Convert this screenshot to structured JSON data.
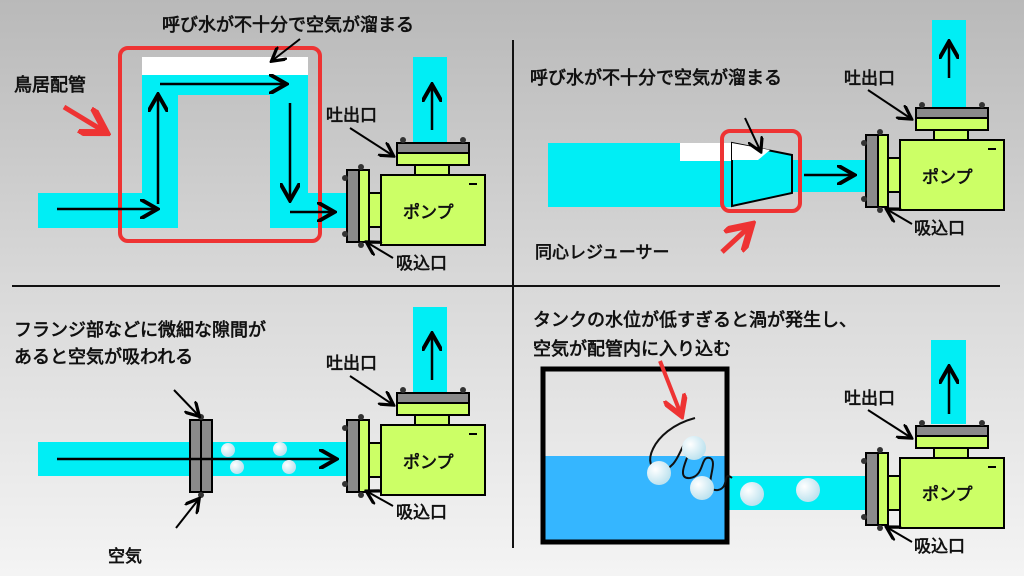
{
  "colors": {
    "water": "#00eef5",
    "tank_water": "#35b6ff",
    "pump": "#ccff66",
    "flange": "#8a8a8a",
    "highlight": "#ee3333",
    "air": "#ffffff"
  },
  "pump_label": "ポンプ",
  "outlet_label": "吐出口",
  "inlet_label": "吸込口",
  "q1": {
    "title": "呼び水が不十分で空気が溜まる",
    "piping_label": "鳥居配管"
  },
  "q2": {
    "title": "呼び水が不十分で空気が溜まる",
    "reducer_label": "同心レジューサー"
  },
  "q3": {
    "title_line1": "フランジ部などに微細な隙間が",
    "title_line2": "あると空気が吸われる",
    "air_label": "空気"
  },
  "q4": {
    "title_line1": "タンクの水位が低すぎると渦が発生し、",
    "title_line2": "空気が配管内に入り込む"
  }
}
